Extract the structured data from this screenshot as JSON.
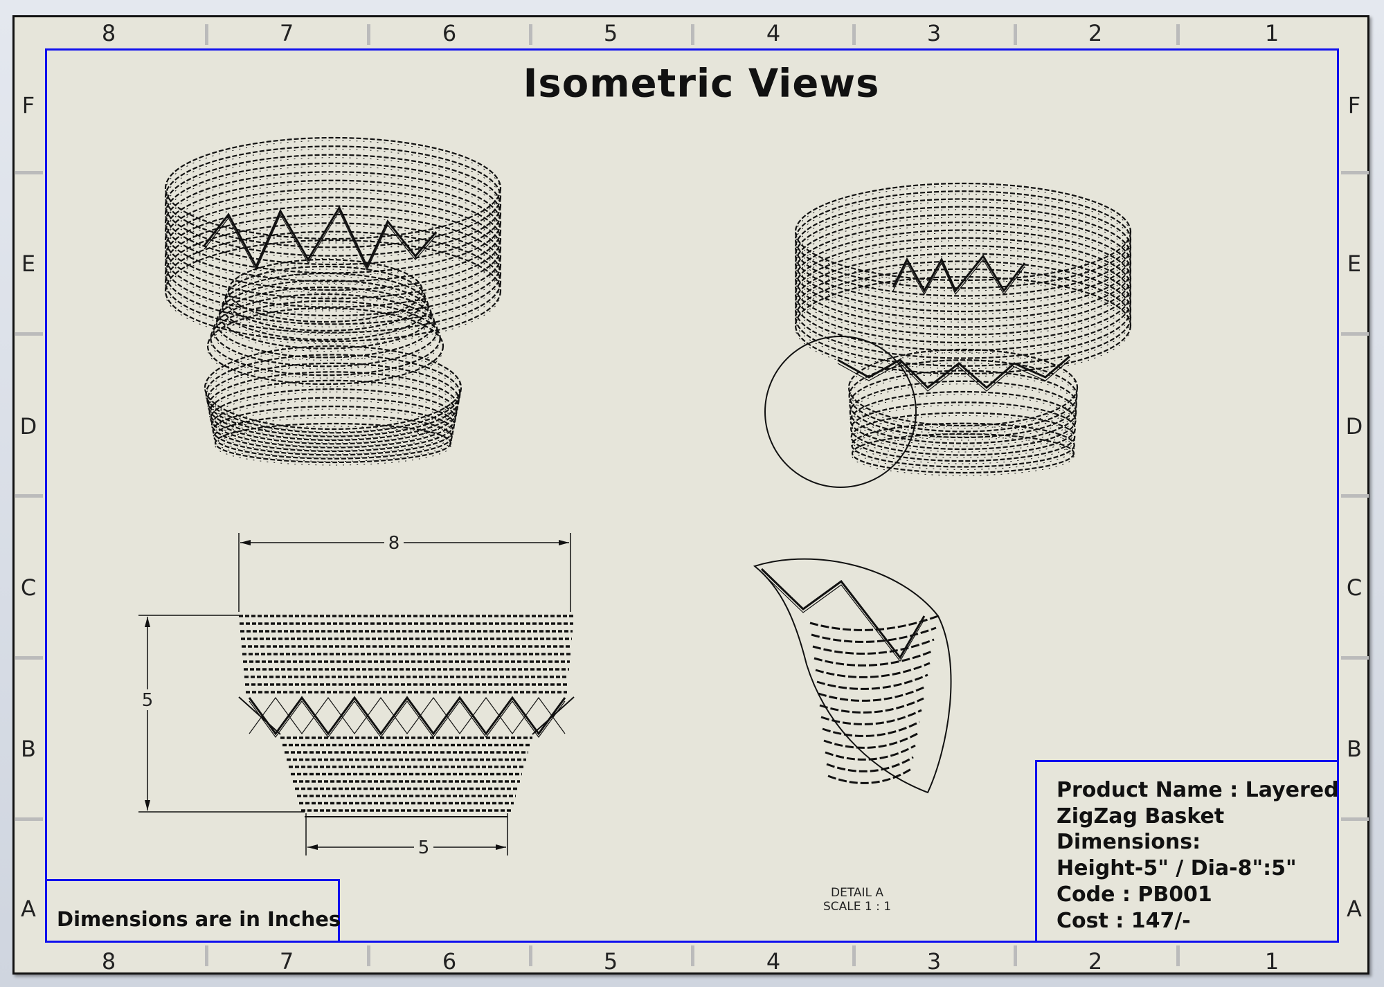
{
  "sheet": {
    "title": "Isometric Views",
    "zone_columns": [
      "8",
      "7",
      "6",
      "5",
      "4",
      "3",
      "2",
      "1"
    ],
    "zone_rows": [
      "F",
      "E",
      "D",
      "C",
      "B",
      "A"
    ]
  },
  "views": {
    "front_dimensions": {
      "top_diameter": "8",
      "height": "5",
      "base_diameter": "5"
    },
    "detail_label": "DETAIL A",
    "detail_scale": "SCALE 1 : 1"
  },
  "units_note": "Dimensions are in Inches",
  "title_block": {
    "lines": [
      "Product Name : Layered",
      "ZigZag Basket",
      "Dimensions:",
      "Height-5\" / Dia-8\":5\"",
      "Code : PB001",
      "Cost : 147/-"
    ]
  },
  "colors": {
    "border": "#1010ee",
    "paper": "#e6e5da",
    "ink": "#111111"
  }
}
